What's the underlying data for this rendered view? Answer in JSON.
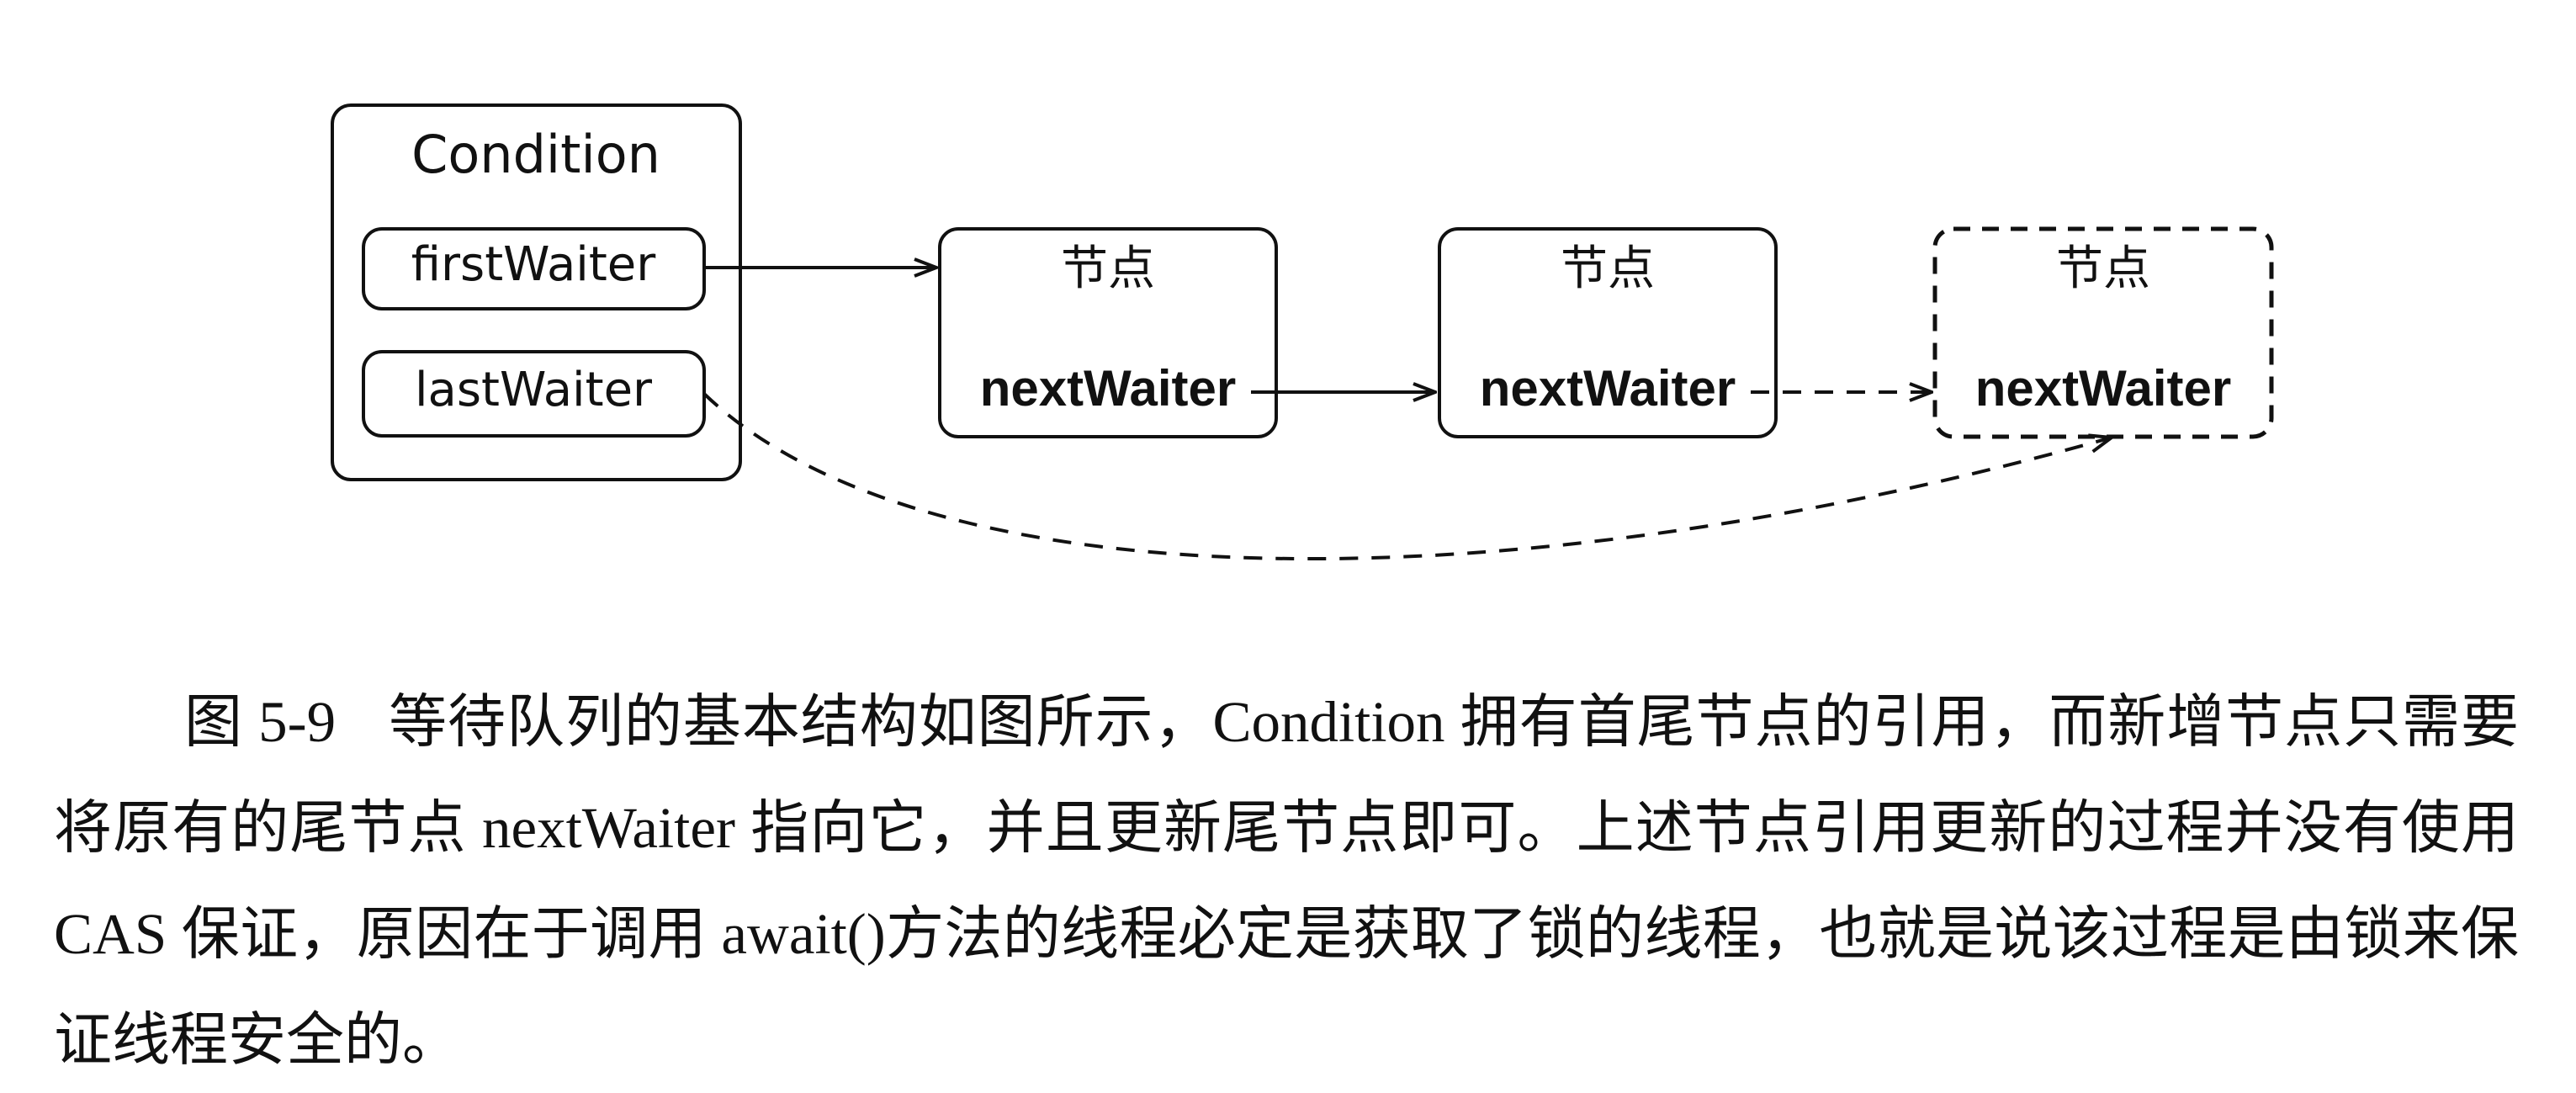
{
  "diagram": {
    "condition": {
      "title": "Condition",
      "first_waiter": "firstWaiter",
      "last_waiter": "lastWaiter"
    },
    "nodes": [
      {
        "title": "节点",
        "field": "nextWaiter",
        "style": "solid"
      },
      {
        "title": "节点",
        "field": "nextWaiter",
        "style": "solid"
      },
      {
        "title": "节点",
        "field": "nextWaiter",
        "style": "dashed"
      }
    ]
  },
  "caption": {
    "label": "图 5-9",
    "text": "等待队列的基本结构如图所示，Condition 拥有首尾节点的引用，而新增节点只需要将原有的尾节点 nextWaiter 指向它，并且更新尾节点即可。上述节点引用更新的过程并没有使用 CAS 保证，原因在于调用 await()方法的线程必定是获取了锁的线程，也就是说该过程是由锁来保证线程安全的。"
  }
}
